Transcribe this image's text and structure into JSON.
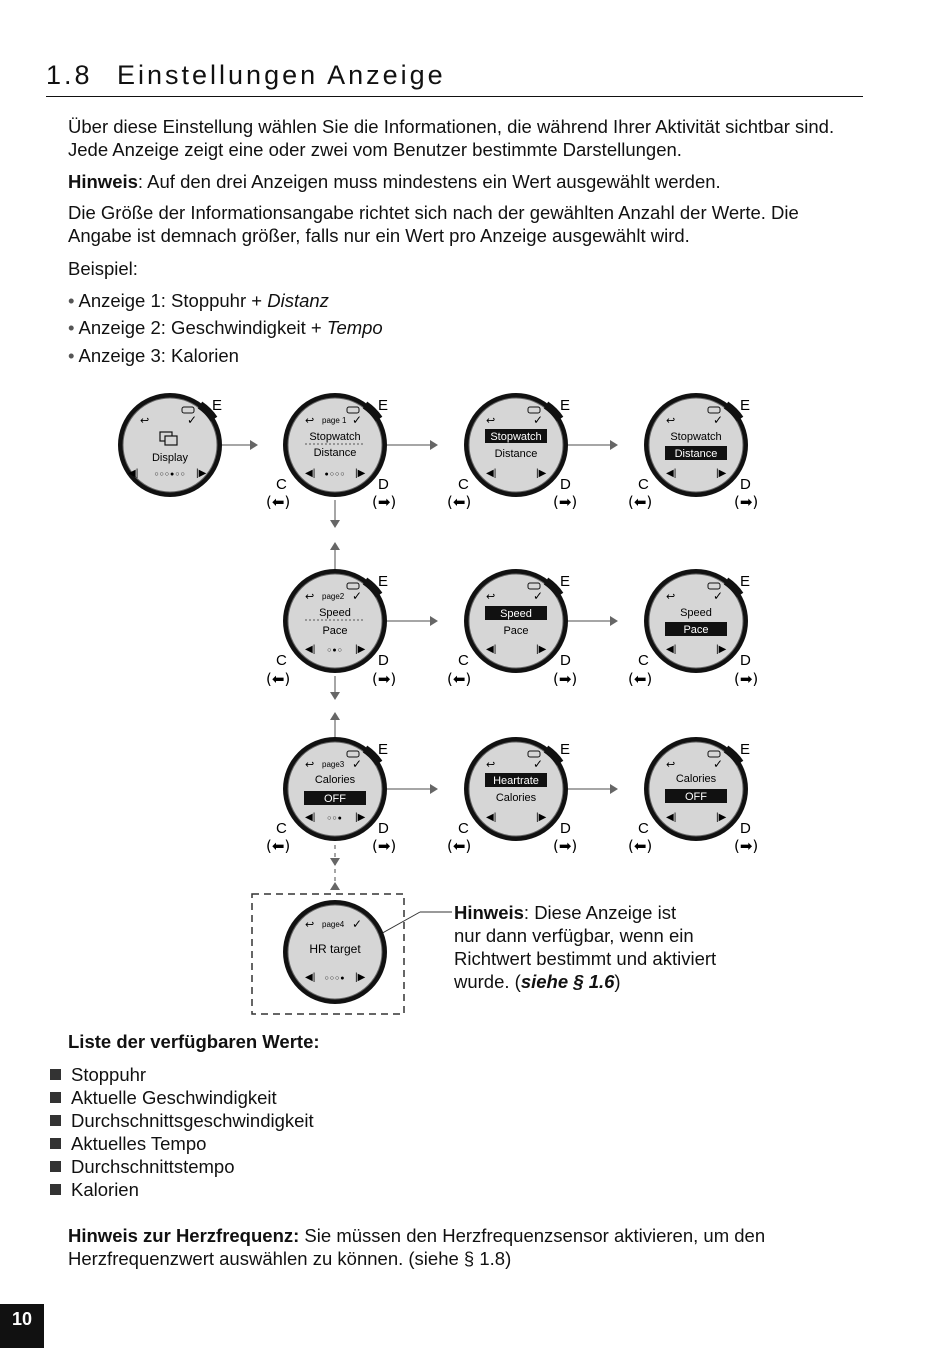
{
  "section": {
    "number": "1.8",
    "title": "Einstellungen Anzeige"
  },
  "intro": {
    "line1": "Über diese Einstellung wählen Sie die Informationen, die während Ihrer Aktivität sichtbar sind.",
    "line2": "Jede Anzeige zeigt eine oder zwei vom Benutzer bestimmte Darstellungen.",
    "note_label": "Hinweis",
    "note_text": ": Auf den drei Anzeigen muss mindestens ein Wert ausgewählt werden.",
    "size_line1": "Die Größe der Informationsangabe richtet sich nach der gewählten Anzahl der Werte. Die",
    "size_line2": "Angabe ist demnach größer, falls nur ein Wert pro Anzeige ausgewählt wird.",
    "example_label": "Beispiel:"
  },
  "examples": [
    {
      "text": "Anzeige 1: Stoppuhr + ",
      "italic": "Distanz"
    },
    {
      "text": "Anzeige 2: Geschwindigkeit + ",
      "italic": "Tempo"
    },
    {
      "text": "Anzeige 3: Kalorien",
      "italic": ""
    }
  ],
  "diagram": {
    "button_e": "E",
    "button_c": "C",
    "button_d": "D",
    "hint_c": "(⬅)",
    "hint_d": "(➡)",
    "display": {
      "label": "Display",
      "dots": "○○○●○○"
    },
    "page1": {
      "page": "page 1",
      "line1": "Stopwatch",
      "line2": "Distance",
      "dots": "●○○○"
    },
    "page2": {
      "page": "page2",
      "line1": "Speed",
      "line2": "Pace",
      "dots": "○●○"
    },
    "page3": {
      "page": "page3",
      "line1": "Calories",
      "line2": "OFF",
      "dots": "○○●"
    },
    "page3_alt": {
      "line1": "Heartrate",
      "line2": "Calories"
    },
    "page4": {
      "page": "page4",
      "line1": "HR target",
      "dots": "○○○●"
    },
    "callout": {
      "label": "Hinweis",
      "line1": ": Diese Anzeige ist",
      "line2": "nur dann verfügbar, wenn ein",
      "line3": "Richtwert bestimmt und aktiviert",
      "line4_pre": "wurde. (",
      "line4_ref": "siehe § 1.6",
      "line4_post": ")"
    }
  },
  "values_list": {
    "title": "Liste der verfügbaren Werte:",
    "items": [
      "Stoppuhr",
      "Aktuelle Geschwindigkeit",
      "Durchschnittsgeschwindigkeit",
      "Aktuelles Tempo",
      "Durchschnittstempo",
      "Kalorien"
    ]
  },
  "hr_note": {
    "label": "Hinweis zur Herzfrequenz:",
    "line1": " Sie müssen den Herzfrequenzsensor aktivieren, um den",
    "line2": "Herzfrequenzwert auswählen zu können. (siehe § 1.8)"
  },
  "page_number": "10"
}
